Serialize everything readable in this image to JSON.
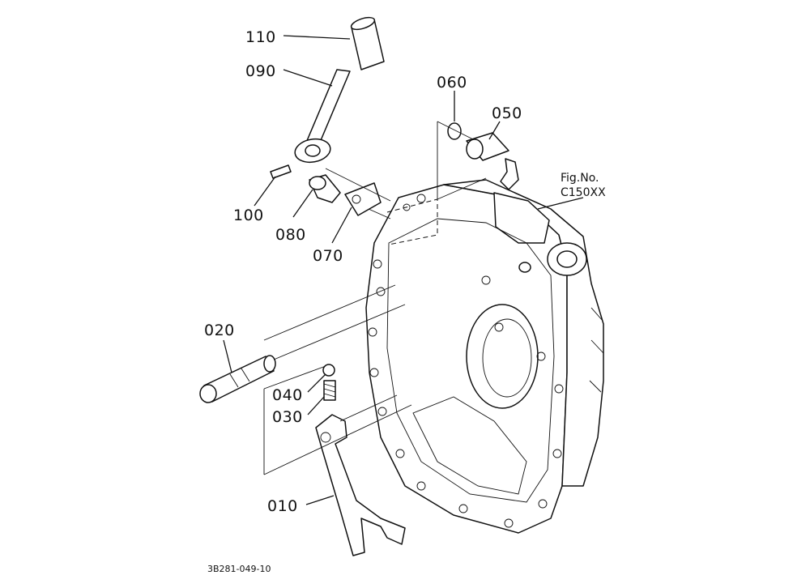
{
  "figure": {
    "fig_label": "Fig.No.",
    "fig_code": "C150XX",
    "drawing_ref": "3B281-049-10"
  },
  "callouts": [
    {
      "id": "c110",
      "number": "110"
    },
    {
      "id": "c090",
      "number": "090"
    },
    {
      "id": "c060",
      "number": "060"
    },
    {
      "id": "c050",
      "number": "050"
    },
    {
      "id": "c100",
      "number": "100"
    },
    {
      "id": "c080",
      "number": "080"
    },
    {
      "id": "c070",
      "number": "070"
    },
    {
      "id": "c020",
      "number": "020"
    },
    {
      "id": "c040",
      "number": "040"
    },
    {
      "id": "c030",
      "number": "030"
    },
    {
      "id": "c010",
      "number": "010"
    }
  ]
}
